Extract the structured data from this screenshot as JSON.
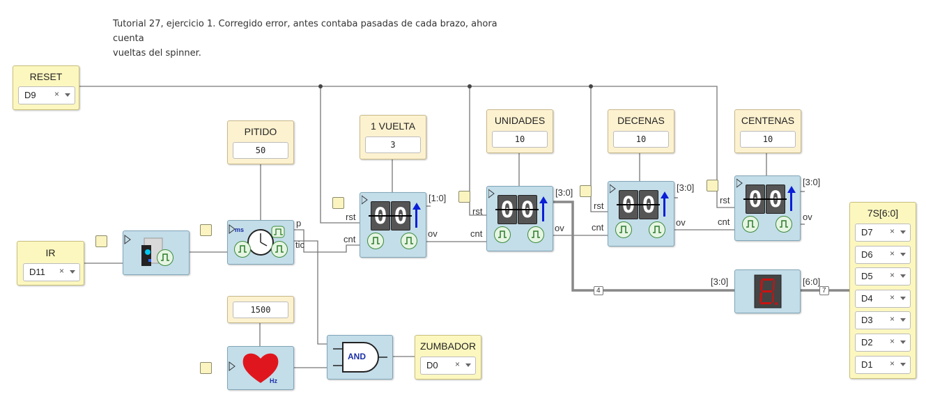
{
  "note": {
    "line1": "Tutorial 27, ejercicio 1. Corregido error, antes contaba pasadas de cada brazo, ahora cuenta",
    "line2": "vueltas del spinner."
  },
  "inputs": {
    "reset": {
      "title": "RESET",
      "pin": "D9",
      "clear": "×"
    },
    "ir": {
      "title": "IR",
      "pin": "D11",
      "clear": "×"
    }
  },
  "constants": {
    "pitido": {
      "title": "PITIDO",
      "value": "50"
    },
    "vuelta": {
      "title": "1 VUELTA",
      "value": "3"
    },
    "unidades": {
      "title": "UNIDADES",
      "value": "10"
    },
    "decenas": {
      "title": "DECENAS",
      "value": "10"
    },
    "centenas": {
      "title": "CENTENAS",
      "value": "10"
    },
    "freq": {
      "value": "1500"
    }
  },
  "counters": {
    "vuelta": {
      "rst": "rst",
      "cnt": "cnt",
      "ov": "ov",
      "bus": "[1:0]",
      "digits": [
        "0",
        "0"
      ]
    },
    "unidades": {
      "rst": "rst",
      "cnt": "cnt",
      "ov": "ov",
      "bus": "[3:0]",
      "digits": [
        "0",
        "0"
      ]
    },
    "decenas": {
      "rst": "rst",
      "cnt": "cnt",
      "ov": "ov",
      "bus": "[3:0]",
      "digits": [
        "0",
        "0"
      ]
    },
    "centenas": {
      "rst": "rst",
      "cnt": "cnt",
      "ov": "ov",
      "bus": "[3:0]",
      "digits": [
        "0",
        "0"
      ]
    }
  },
  "timer": {
    "unit": "ms",
    "out_p": "p",
    "out_tic": "tic"
  },
  "tone": {
    "unit": "Hz"
  },
  "gate": {
    "label": "AND"
  },
  "zumbador": {
    "title": "ZUMBADOR",
    "pin": "D0",
    "clear": "×"
  },
  "decoder": {
    "in_bus": "[3:0]",
    "out_bus": "[6:0]",
    "in_width": "4",
    "out_width": "7",
    "display_digit": "8"
  },
  "seg_output": {
    "title": "7S[6:0]",
    "pins": [
      "D7",
      "D6",
      "D5",
      "D4",
      "D3",
      "D2",
      "D1"
    ],
    "clear": "×"
  },
  "colors": {
    "block": "#c3dde9",
    "constant": "#fdf2d0",
    "pin_block": "#fcf7bf",
    "wire": "#777777",
    "bus": "#888888",
    "arrow": "#0a1fd6",
    "heart": "#e0161e",
    "segment": "#cc1111"
  }
}
